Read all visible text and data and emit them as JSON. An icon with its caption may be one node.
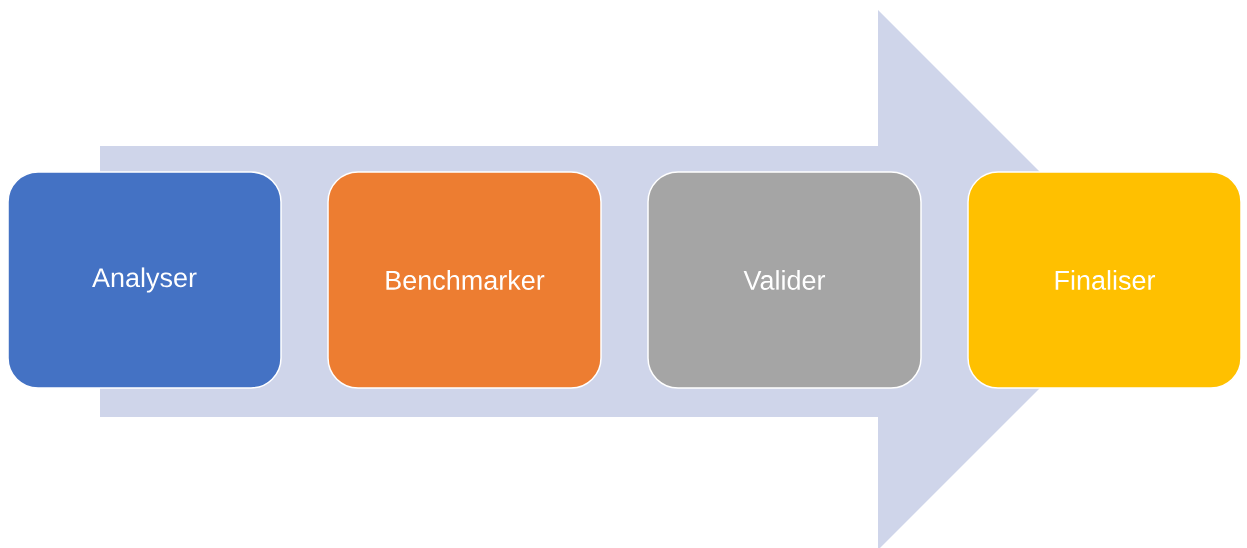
{
  "diagram": {
    "nodes": [
      {
        "text": [
          "Analyser"
        ]
      },
      {
        "text": [
          "Benchmarker"
        ]
      },
      {
        "text": [
          "Valider"
        ]
      },
      {
        "text": [
          "Finaliser"
        ]
      }
    ],
    "edges": [
      {
        "from": 0,
        "to": 3,
        "arrow": "to"
      }
    ]
  }
}
